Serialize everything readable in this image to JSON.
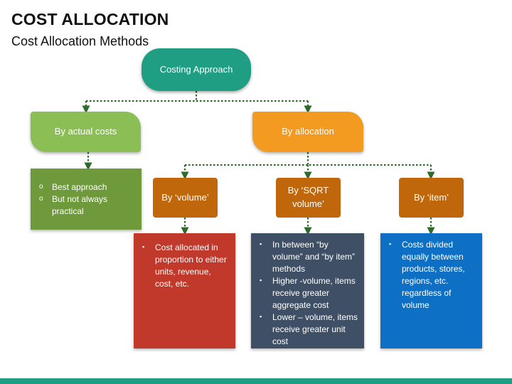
{
  "header": {
    "title": "COST ALLOCATION",
    "subtitle": "Cost Allocation Methods"
  },
  "diagram": {
    "root": "Costing Approach",
    "branches": [
      {
        "label": "By actual costs",
        "bullets": [
          "Best approach",
          "But not always practical"
        ]
      },
      {
        "label": "By allocation",
        "methods": [
          {
            "label": "By ‘volume’",
            "details": [
              "Cost allocated in proportion to either units, revenue, cost, etc."
            ]
          },
          {
            "label": "By ‘SQRT volume’",
            "details": [
              "In between “by volume” and “by item” methods",
              "Higher -volume, items receive greater aggregate cost",
              "Lower – volume, items receive greater unit cost"
            ]
          },
          {
            "label": "By ‘item’",
            "details": [
              "Costs divided equally between products, stores, regions, etc. regardless of volume"
            ]
          }
        ]
      }
    ]
  },
  "colors": {
    "teal": "#1f9e83",
    "green": "#8bbf55",
    "dark_green": "#6e9a3c",
    "orange": "#f39a20",
    "brown": "#c0670b",
    "red": "#c0392b",
    "slate": "#3f5066",
    "blue": "#0d70c5",
    "connector": "#2e6b2a"
  }
}
